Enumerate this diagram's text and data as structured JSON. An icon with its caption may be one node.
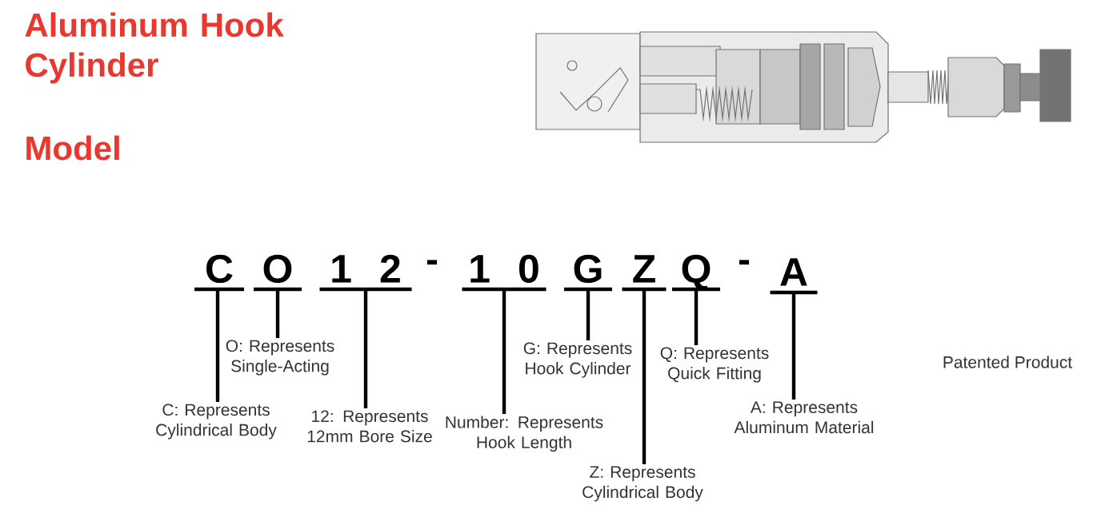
{
  "diagram": {
    "title": "Aluminum Hook Cylinder",
    "nodes": [
      {
        "text": [
          "C"
        ]
      },
      {
        "text": [
          "O"
        ]
      },
      {
        "text": [
          "1 2"
        ]
      },
      {
        "text": [
          "1 0"
        ]
      },
      {
        "text": [
          "G"
        ]
      },
      {
        "text": [
          "Z"
        ]
      },
      {
        "text": [
          "Q"
        ]
      },
      {
        "text": [
          "A"
        ]
      },
      {
        "text": [
          "C: Represents Cylindrical Body"
        ]
      },
      {
        "text": [
          "O: Represents Single-Acting"
        ]
      },
      {
        "text": [
          "12: Represents 12mm Bore Size"
        ]
      },
      {
        "text": [
          "Number: Represents Hook Length"
        ]
      },
      {
        "text": [
          "G: Represents Hook Cylinder"
        ]
      },
      {
        "text": [
          "Z: Represents Cylindrical Body"
        ]
      },
      {
        "text": [
          "Q: Represents Quick Fitting"
        ]
      },
      {
        "text": [
          "A: Represents Aluminum Material"
        ]
      }
    ],
    "edges": [
      {
        "from": 0,
        "to": 8,
        "arrow": "none"
      },
      {
        "from": 1,
        "to": 9,
        "arrow": "none"
      },
      {
        "from": 2,
        "to": 10,
        "arrow": "none"
      },
      {
        "from": 3,
        "to": 11,
        "arrow": "none"
      },
      {
        "from": 4,
        "to": 12,
        "arrow": "none"
      },
      {
        "from": 5,
        "to": 13,
        "arrow": "none"
      },
      {
        "from": 6,
        "to": 14,
        "arrow": "none"
      },
      {
        "from": 7,
        "to": 15,
        "arrow": "none"
      }
    ],
    "labels": [
      "Model",
      "-",
      "-",
      "Patented Product"
    ]
  }
}
